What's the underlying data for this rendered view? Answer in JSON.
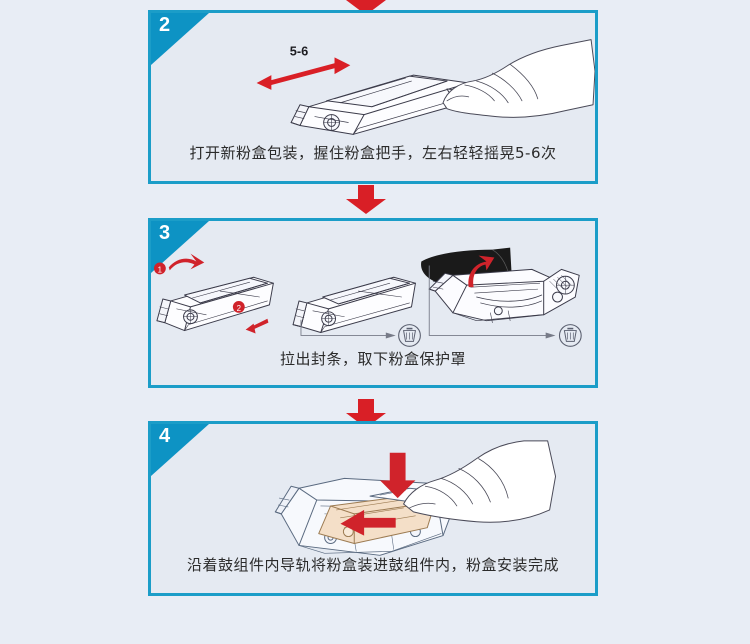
{
  "page": {
    "background_color": "#e8edf5",
    "panel_border_color": "#1b9dc8",
    "panel_fill_color": "#e5eaf2",
    "badge_color": "#0d93c4",
    "arrow_color": "#d91f26",
    "caption_color": "#2b2b2b"
  },
  "arrows": {
    "top": "down-arrow-icon",
    "between_2_3": "down-arrow-icon",
    "between_3_4": "down-arrow-icon"
  },
  "steps": [
    {
      "number": "2",
      "caption": "打开新粉盒包装，握住粉盒把手，左右轻轻摇晃5-6次",
      "illustration": {
        "name": "shake-toner-cartridge-illustration",
        "annotations": [
          {
            "label": "5-6",
            "icon": "double-headed-arrow-icon"
          }
        ],
        "objects": [
          "toner-cartridge",
          "hand"
        ]
      }
    },
    {
      "number": "3",
      "caption": "拉出封条，取下粉盒保护罩",
      "illustration": {
        "name": "remove-seal-and-cover-illustration",
        "annotations": [
          {
            "label": "1",
            "icon": "curved-arrow-icon"
          },
          {
            "label": "2",
            "icon": "straight-arrow-icon"
          }
        ],
        "objects": [
          "toner-cartridge",
          "toner-cartridge",
          "drum-unit",
          "black-protective-cover",
          "dispose-icon",
          "dispose-icon"
        ]
      }
    },
    {
      "number": "4",
      "caption": "沿着鼓组件内导轨将粉盒装进鼓组件内，粉盒安装完成",
      "illustration": {
        "name": "insert-cartridge-into-drum-illustration",
        "annotations": [
          {
            "label": "",
            "icon": "down-arrow-icon"
          },
          {
            "label": "",
            "icon": "left-arrow-icon"
          }
        ],
        "objects": [
          "drum-unit",
          "toner-cartridge",
          "hand"
        ]
      }
    }
  ]
}
